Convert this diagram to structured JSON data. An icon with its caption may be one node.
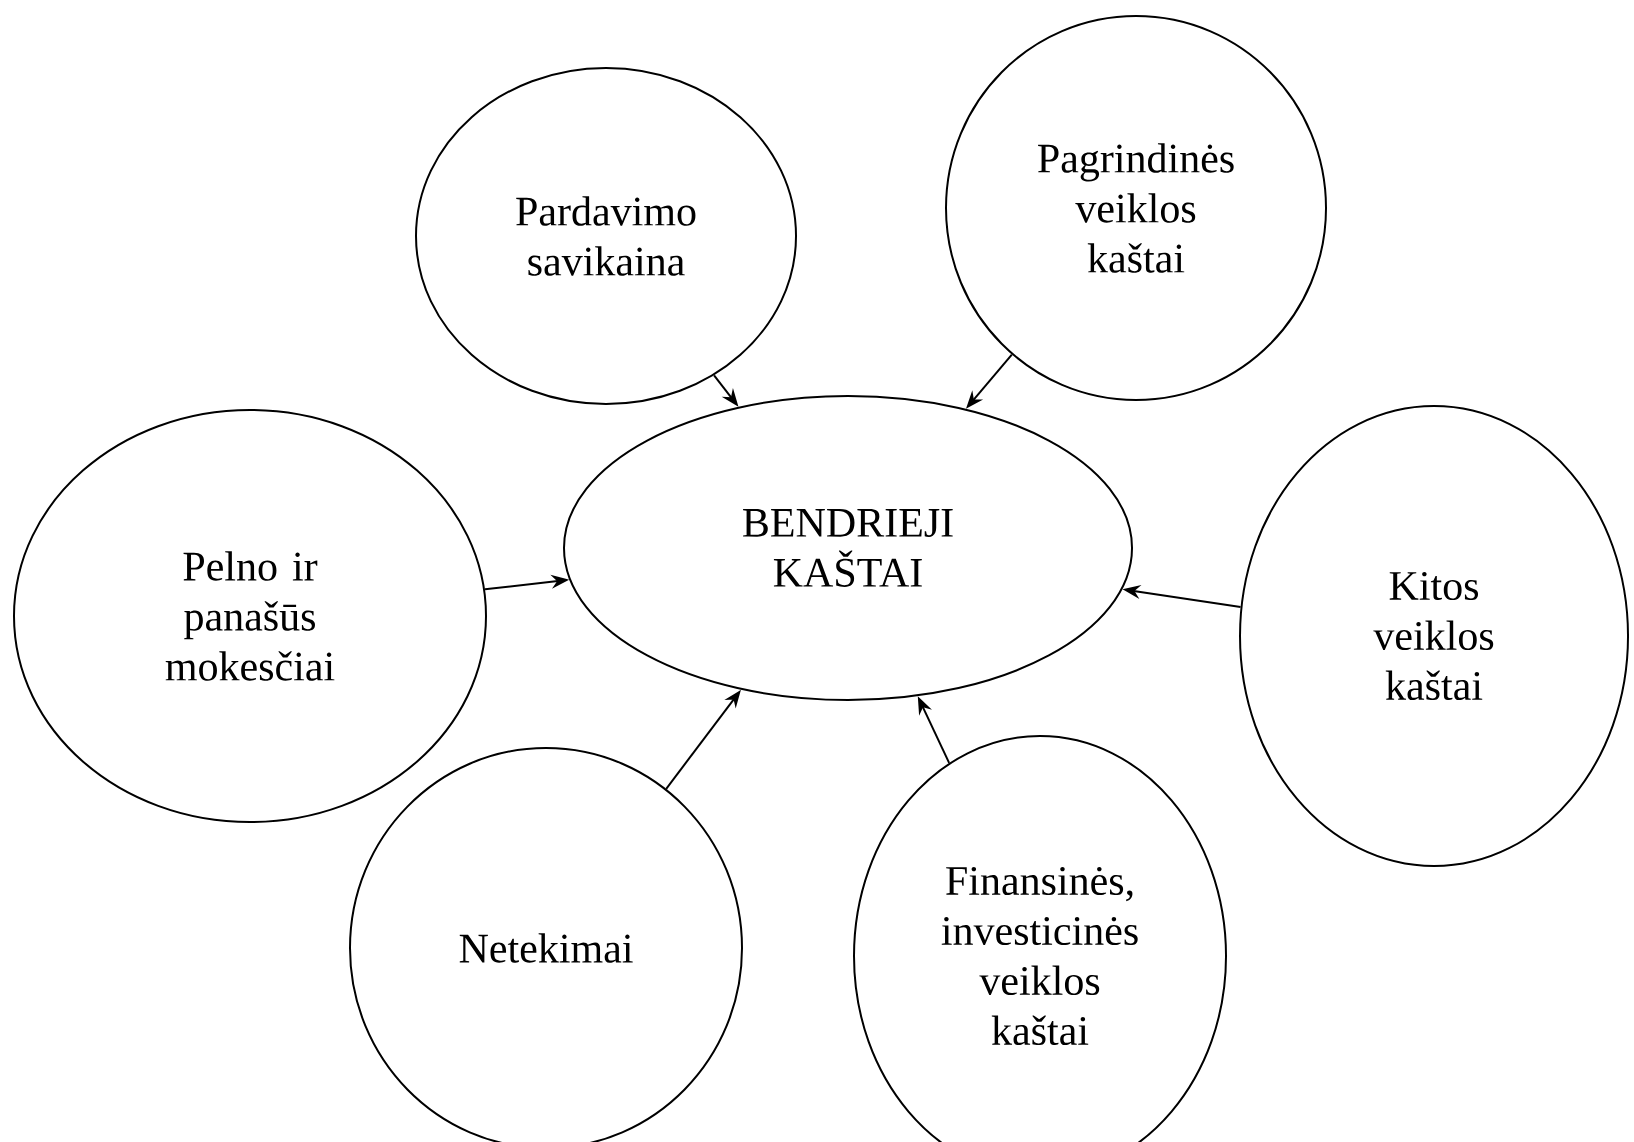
{
  "diagram": {
    "nodes": [
      {
        "text": [
          "BENDRIEJI KAŠTAI"
        ]
      },
      {
        "text": [
          "Pardavimo savikaina"
        ]
      },
      {
        "text": [
          "Pagrindinės veiklos kaštai"
        ]
      },
      {
        "text": [
          "Pelno ir panašūs mokesčiai"
        ]
      },
      {
        "text": [
          "Kitos veiklos kaštai"
        ]
      },
      {
        "text": [
          "Netekimai"
        ]
      },
      {
        "text": [
          "Finansinės, investicinės veiklos kaštai"
        ]
      }
    ],
    "edges": [
      {
        "from": 1,
        "to": 0,
        "arrow": "to"
      },
      {
        "from": 2,
        "to": 0,
        "arrow": "to"
      },
      {
        "from": 3,
        "to": 0,
        "arrow": "to"
      },
      {
        "from": 4,
        "to": 0,
        "arrow": "to"
      },
      {
        "from": 5,
        "to": 0,
        "arrow": "to"
      },
      {
        "from": 6,
        "to": 0,
        "arrow": "to"
      }
    ]
  }
}
